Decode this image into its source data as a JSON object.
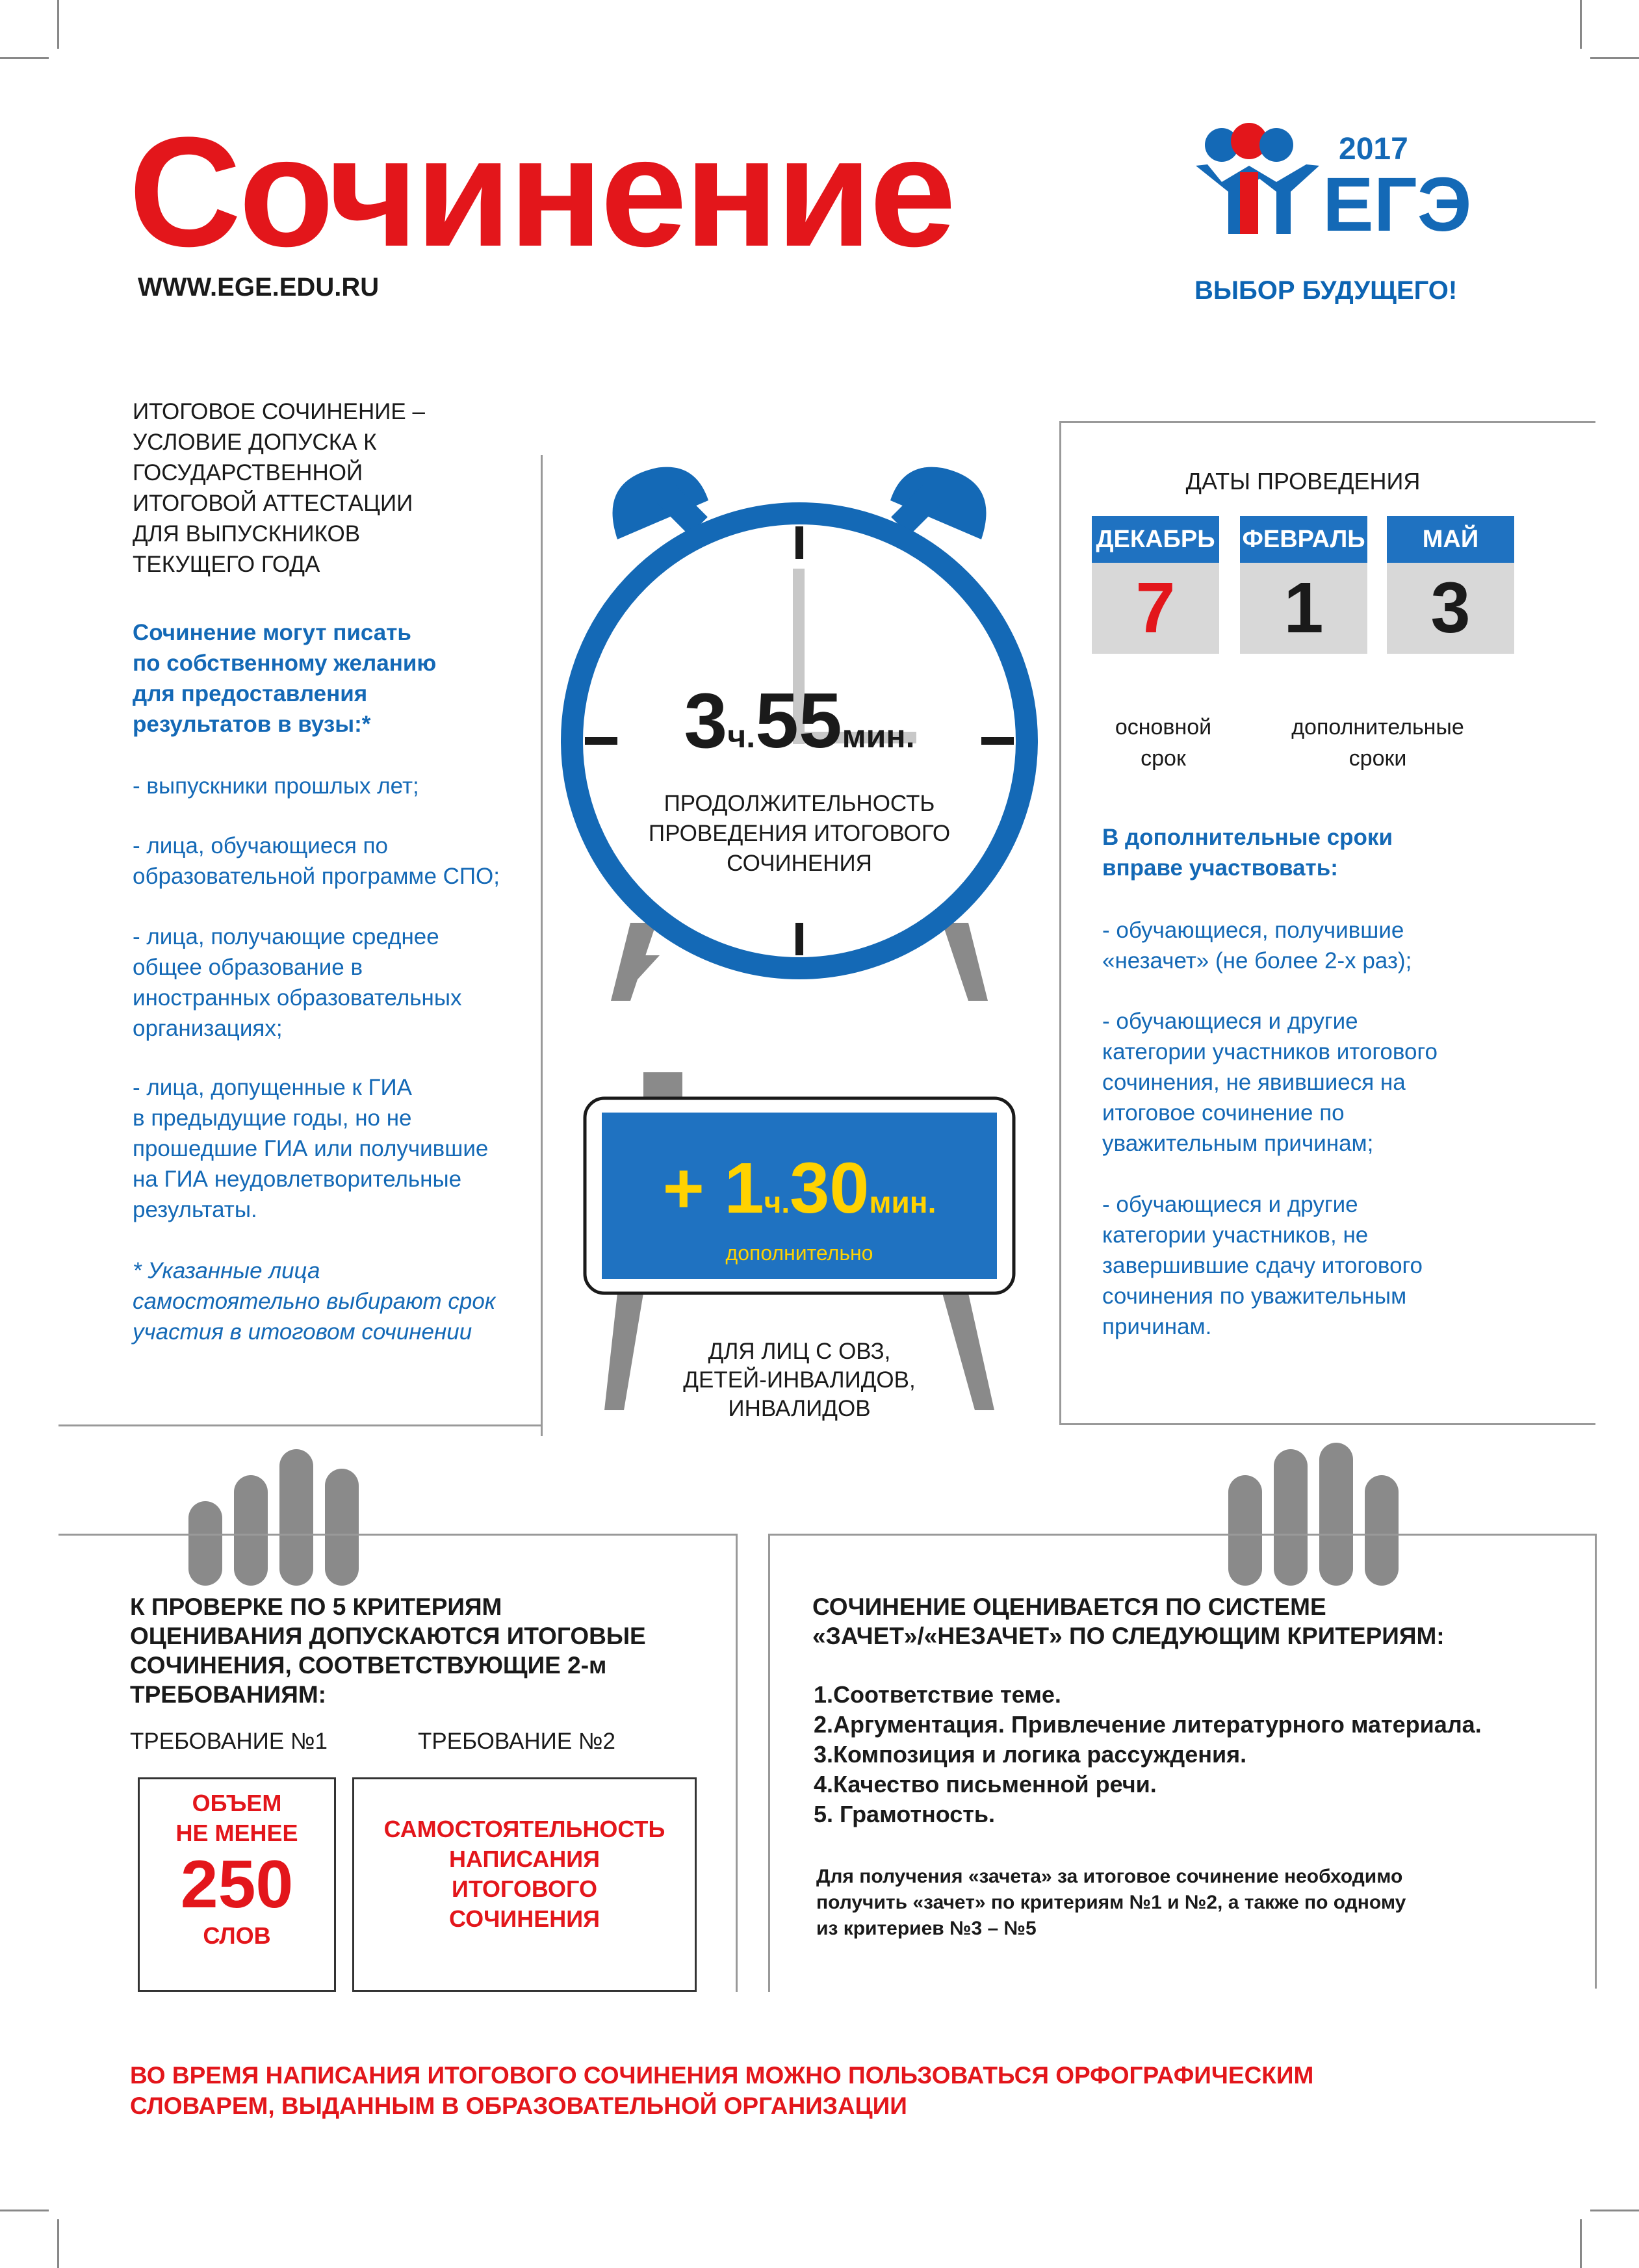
{
  "header": {
    "title": "Сочинение",
    "url": "WWW.EGE.EDU.RU",
    "logo_year": "2017",
    "logo_name": "ЕГЭ",
    "slogan": "ВЫБОР БУДУЩЕГО!"
  },
  "left_column": {
    "intro": [
      "ИТОГОВОЕ СОЧИНЕНИЕ –",
      "УСЛОВИЕ ДОПУСКА К",
      "ГОСУДАРСТВЕННОЙ",
      "ИТОГОВОЙ АТТЕСТАЦИИ",
      "ДЛЯ ВЫПУСКНИКОВ",
      "ТЕКУЩЕГО ГОДА"
    ],
    "who_heading": [
      "Сочинение могут писать",
      "по собственному желанию",
      "для предоставления",
      "результатов в вузы:*"
    ],
    "item1": [
      "- выпускники прошлых лет;"
    ],
    "item2": [
      "- лица, обучающиеся по",
      "образовательной программе СПО;"
    ],
    "item3": [
      "- лица, получающие среднее",
      "общее образование в",
      "иностранных образовательных",
      "организациях;"
    ],
    "item4": [
      "- лица, допущенные к ГИА",
      "в предыдущие годы, но не",
      "прошедшие ГИА или получившие",
      "на ГИА неудовлетворительные",
      "результаты."
    ],
    "footnote": [
      "* Указанные лица",
      "самостоятельно выбирают срок",
      "участия в итоговом сочинении"
    ]
  },
  "clock": {
    "hours": "3",
    "hours_unit": "ч.",
    "minutes": "55",
    "minutes_unit": "мин.",
    "caption": [
      "ПРОДОЛЖИТЕЛЬНОСТЬ",
      "ПРОВЕДЕНИЯ ИТОГОВОГО",
      "СОЧИНЕНИЯ"
    ]
  },
  "extra_time": {
    "plus": "+ 1",
    "hours_unit": "ч.",
    "minutes": "30",
    "minutes_unit": "мин.",
    "note": "дополнительно",
    "caption": [
      "ДЛЯ ЛИЦ С ОВЗ,",
      "ДЕТЕЙ-ИНВАЛИДОВ,",
      "ИНВАЛИДОВ"
    ]
  },
  "dates": {
    "heading": "ДАТЫ ПРОВЕДЕНИЯ",
    "items": [
      {
        "month": "ДЕКАБРЬ",
        "day": "7"
      },
      {
        "month": "ФЕВРАЛЬ",
        "day": "1"
      },
      {
        "month": "МАЙ",
        "day": "3"
      }
    ],
    "main_label": [
      "основной",
      "срок"
    ],
    "extra_label": [
      "дополнительные",
      "сроки"
    ],
    "right_heading": [
      "В дополнительные сроки",
      "вправе участвовать:"
    ],
    "r_item1": [
      "- обучающиеся, получившие",
      "«незачет» (не более 2-х раз);"
    ],
    "r_item2": [
      "- обучающиеся и другие",
      "категории участников итогового",
      "сочинения, не явившиеся на",
      "итоговое сочинение по",
      "уважительным причинам;"
    ],
    "r_item3": [
      "- обучающиеся и другие",
      "категории участников, не",
      "завершившие сдачу итогового",
      "сочинения по уважительным",
      "причинам."
    ]
  },
  "bottom_left": {
    "heading": [
      "К ПРОВЕРКЕ ПО 5 КРИТЕРИЯМ",
      "ОЦЕНИВАНИЯ ДОПУСКАЮТСЯ ИТОГОВЫЕ",
      "СОЧИНЕНИЯ, СООТВЕТСТВУЮЩИЕ 2-м",
      "ТРЕБОВАНИЯМ:"
    ],
    "req1_label": "ТРЕБОВАНИЕ №1",
    "req2_label": "ТРЕБОВАНИЕ №2",
    "req1_box": [
      "ОБЪЕМ",
      "НЕ МЕНЕЕ"
    ],
    "req1_number": "250",
    "req1_unit": "СЛОВ",
    "req2_box": [
      "САМОСТОЯТЕЛЬНОСТЬ",
      "НАПИСАНИЯ",
      "ИТОГОВОГО",
      "СОЧИНЕНИЯ"
    ]
  },
  "bottom_right": {
    "heading": [
      "СОЧИНЕНИЕ ОЦЕНИВАЕТСЯ ПО СИСТЕМЕ",
      "«ЗАЧЕТ»/«НЕЗАЧЕТ» ПО СЛЕДУЮЩИМ КРИТЕРИЯМ:"
    ],
    "criteria": [
      "1.Соответствие теме.",
      "2.Аргументация. Привлечение литературного материала.",
      "3.Композиция и логика рассуждения.",
      "4.Качество письменной речи.",
      "5. Грамотность."
    ],
    "note": [
      "Для получения «зачета» за итоговое сочинение необходимо",
      "получить «зачет» по критериям №1 и №2, а также по одному",
      "из критериев №3 – №5"
    ]
  },
  "footer": [
    "ВО ВРЕМЯ НАПИСАНИЯ ИТОГОВОГО СОЧИНЕНИЯ МОЖНО ПОЛЬЗОВАТЬСЯ ОРФОГРАФИЧЕСКИМ",
    "СЛОВАРЕМ, ВЫДАННЫМ В ОБРАЗОВАТЕЛЬНОЙ ОРГАНИЗАЦИИ"
  ],
  "colors": {
    "red": "#e3161b",
    "blue": "#1469b6",
    "grey": "#8a8a8a"
  }
}
